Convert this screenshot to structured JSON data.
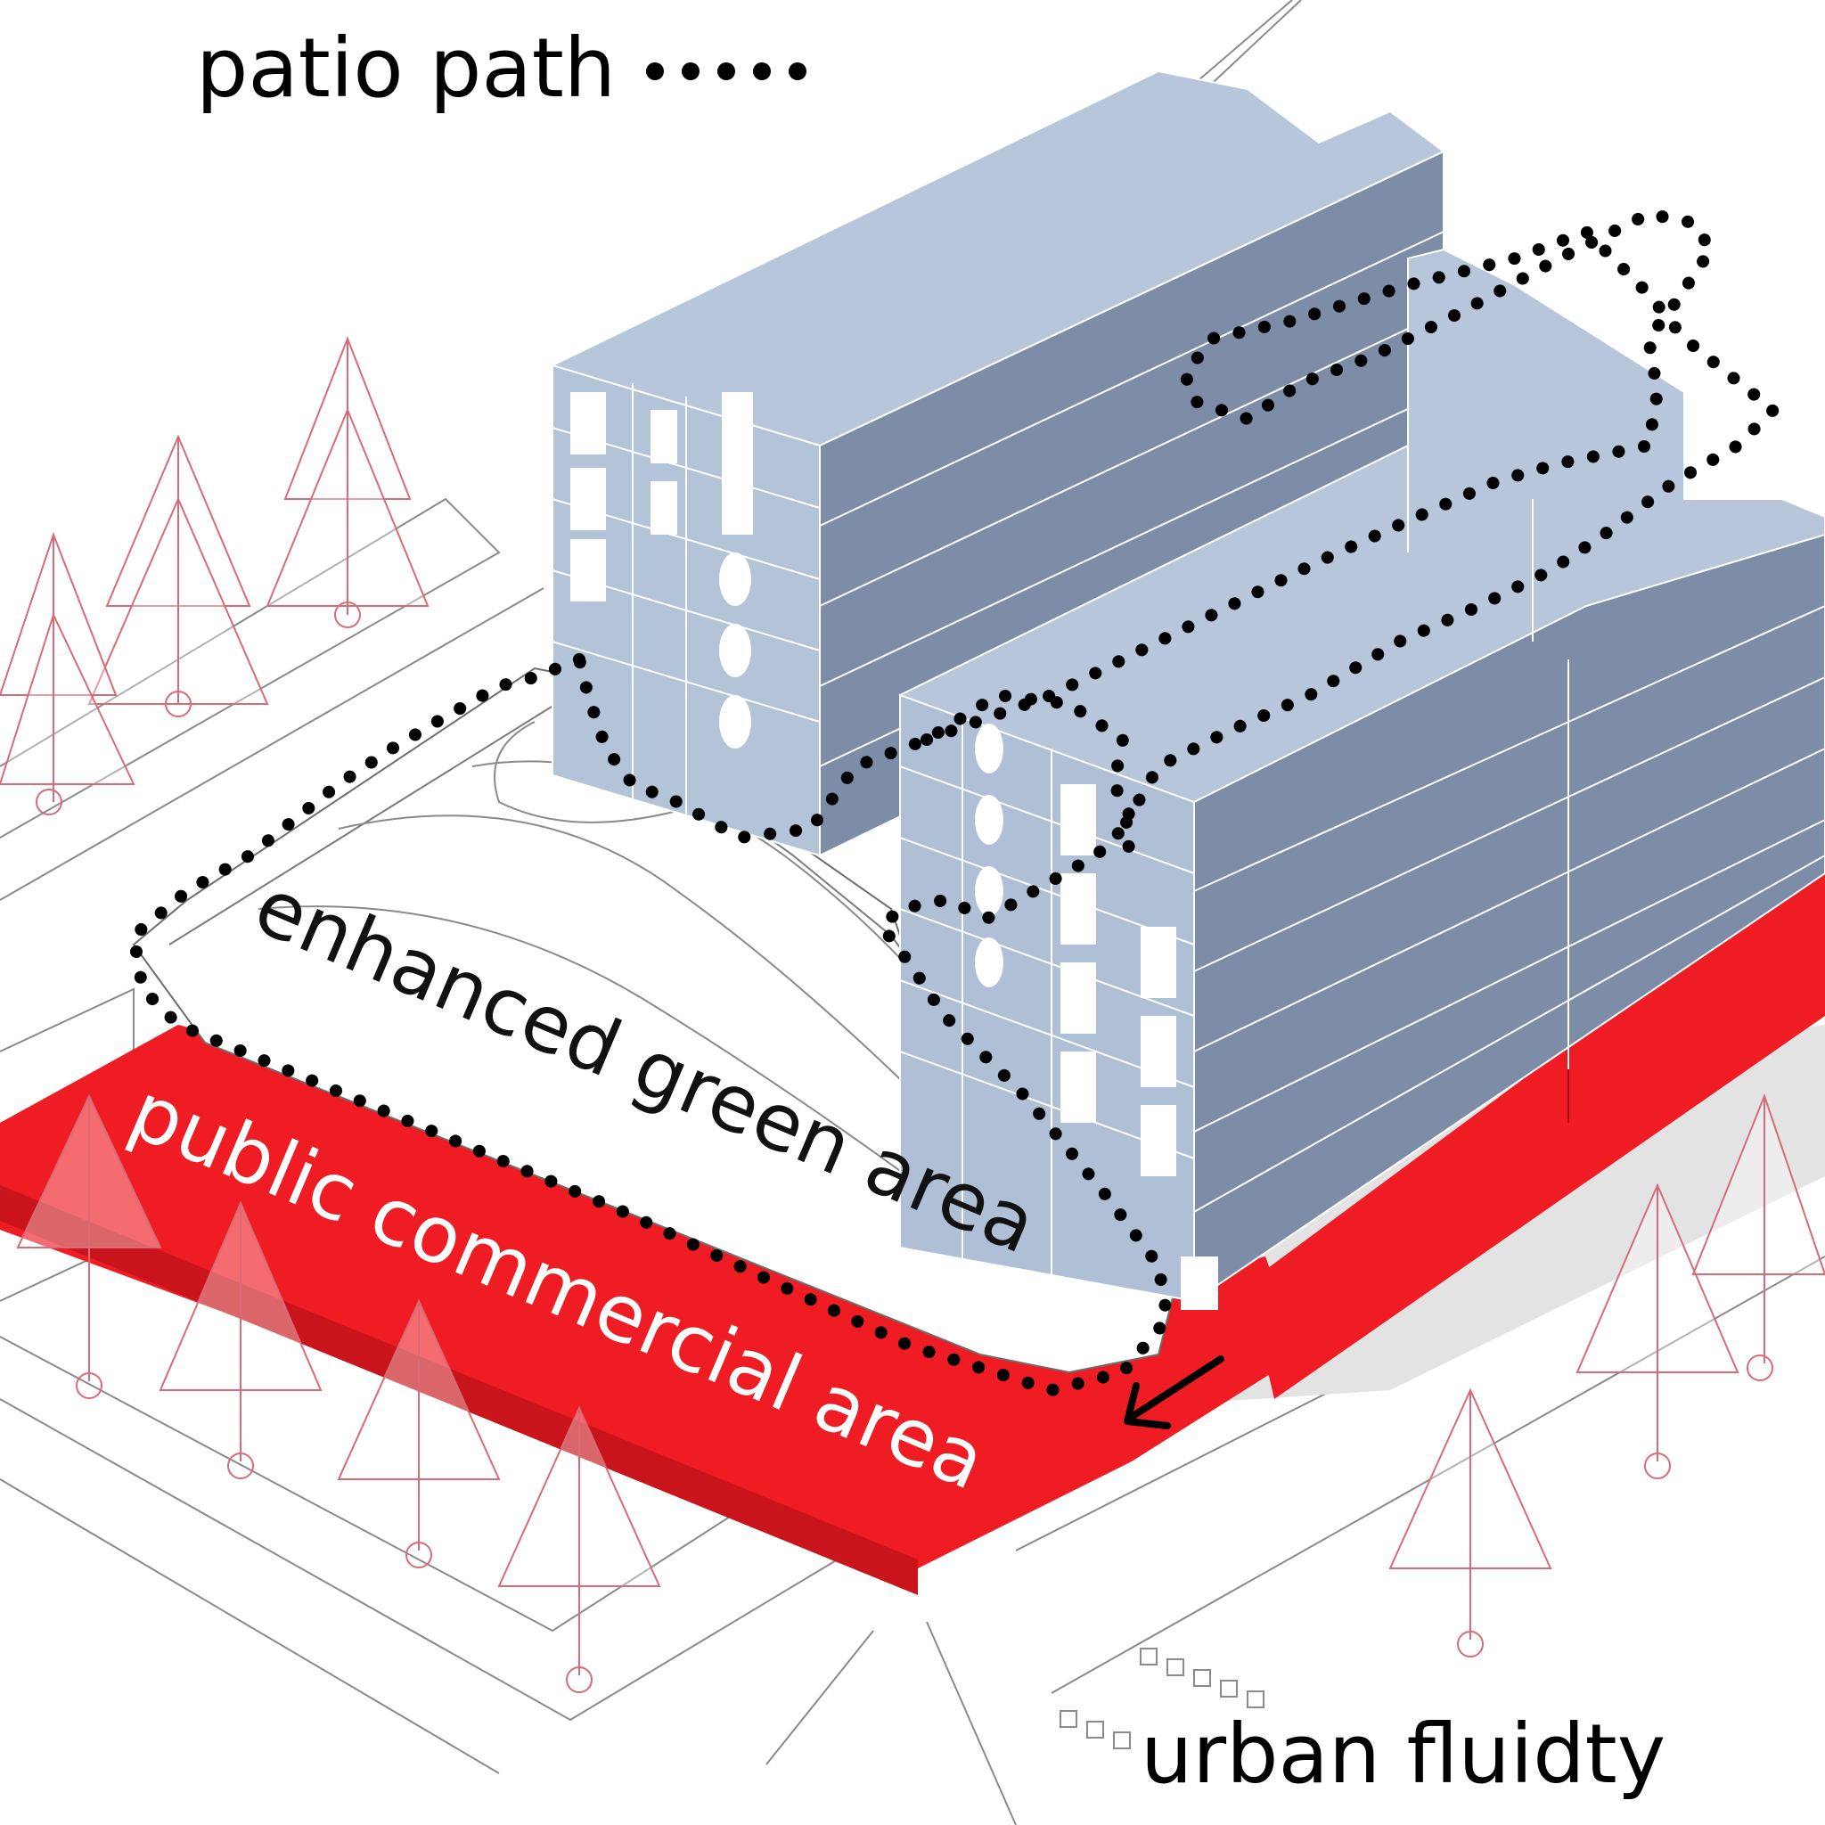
{
  "labels": {
    "legend": "patio path",
    "green_area": "enhanced green area",
    "commercial_area": "public commercial area",
    "urban": "urban fluidty"
  },
  "colors": {
    "commercial_red": "#ef1c24",
    "building_top": "#b7c6da",
    "building_front": "#aebfd6",
    "building_side": "#7d8da8",
    "tree_stroke": "#d86b78",
    "line": "#8a8a8a",
    "path_dot": "#000000"
  }
}
